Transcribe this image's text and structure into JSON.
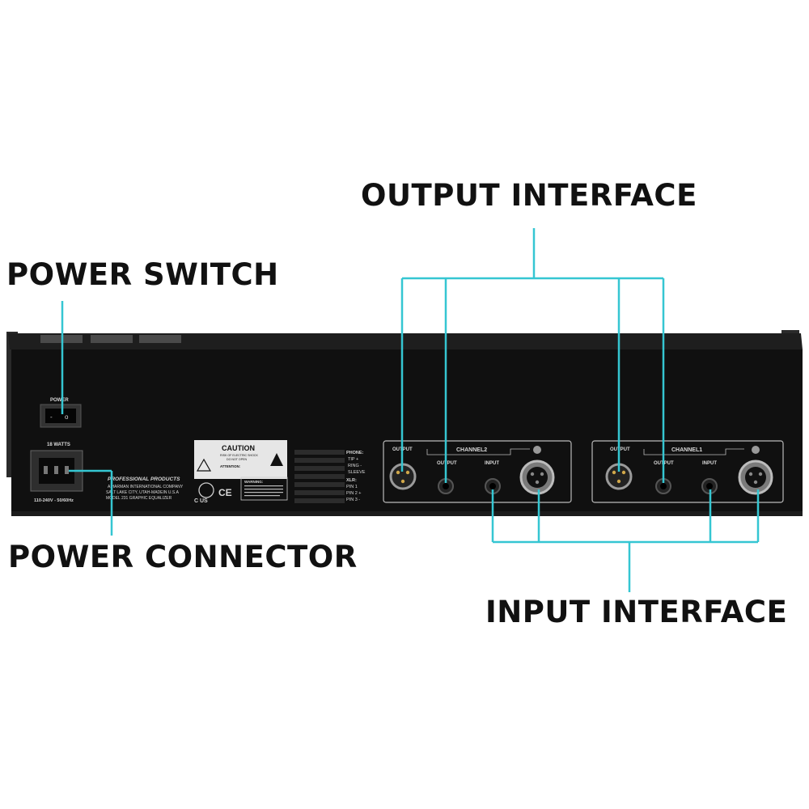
{
  "callouts": {
    "output_interface": "OUTPUT INTERFACE",
    "power_switch": "POWER SWITCH",
    "power_connector": "POWER CONNECTOR",
    "input_interface": "INPUT INTERFACE"
  },
  "colors": {
    "leader_line": "#35c6d2",
    "chassis": "#111111",
    "background": "#ffffff"
  },
  "panel": {
    "power_label": "POWER",
    "watts": "18 WATTS",
    "voltage": "110-240V - 50/60Hz",
    "brand_lines": [
      "PROFESSIONAL PRODUCTS",
      "A HARMAN INTERNATIONAL COMPANY",
      "SALT LAKE CITY, UTAH-MADEIN U.S.A",
      "MODEL 231 GRAPHIC EQUALIZER"
    ],
    "caution_title": "CAUTION",
    "caution_sub1": "RISK OF ELECTRIC SHOCK",
    "caution_sub2": "DO NOT OPEN",
    "attention": "ATTENTION:",
    "warning": "WARNING:",
    "cert_marks": "C US",
    "ce_mark": "CE",
    "wiring": {
      "phone": "PHONE:",
      "tip": "TIP +",
      "ring": "RING -",
      "sleeve": "SLEEVE",
      "xlr": "XLR:",
      "pin1": "PIN 1",
      "pin2": "PIN 2 +",
      "pin3": "PIN 3 -"
    },
    "channels": [
      {
        "name": "CHANNEL2",
        "output_label": "OUTPUT",
        "output_label2": "OUTPUT",
        "input_label": "INPUT"
      },
      {
        "name": "CHANNEL1",
        "output_label": "OUTPUT",
        "output_label2": "OUTPUT",
        "input_label": "INPUT"
      }
    ]
  }
}
